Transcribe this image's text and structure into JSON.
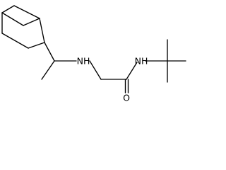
{
  "molecule": {
    "atoms": {
      "nh_amine": "NH",
      "nh_amide": "NH",
      "oxygen": "O"
    }
  }
}
